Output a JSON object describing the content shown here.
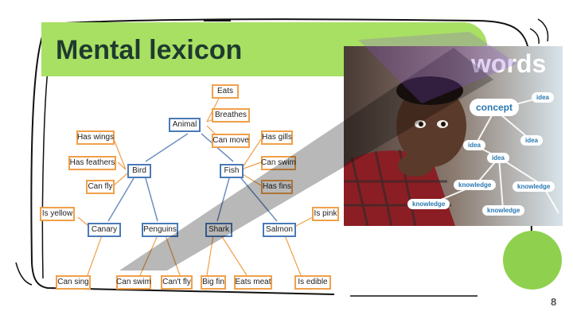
{
  "slide": {
    "title": "Mental lexicon",
    "page_number": "8"
  },
  "diagram": {
    "nodes": {
      "animal": "Animal",
      "eats": "Eats",
      "breathes": "Breathes",
      "can_move": "Can move",
      "bird": "Bird",
      "fish": "Fish",
      "has_wings": "Has wings",
      "has_feathers": "Has feathers",
      "can_fly": "Can fly",
      "has_gills": "Has gills",
      "can_swim_fish": "Can swim",
      "has_fins": "Has fins",
      "canary": "Canary",
      "penguins": "Penguins",
      "shark": "Shark",
      "salmon": "Salmon",
      "is_yellow": "Is yellow",
      "can_sing": "Can sing",
      "can_swim_penguin": "Can swim",
      "cant_fly": "Can't fly",
      "big_fin": "Big fin",
      "eats_meat": "Eats meat",
      "is_pink": "Is pink",
      "is_edible": "Is edible"
    }
  },
  "photo": {
    "heading": "words",
    "bubbles": {
      "concept": "concept",
      "idea1": "idea",
      "idea2": "idea",
      "idea3": "idea",
      "idea4": "idea",
      "knowledge1": "knowledge",
      "knowledge2": "knowledge",
      "knowledge3": "knowledge",
      "knowledge4": "knowledge"
    }
  },
  "colors": {
    "accent_green": "#a8e063",
    "node_blue": "#4a7ab8",
    "node_orange": "#f0a04a"
  }
}
